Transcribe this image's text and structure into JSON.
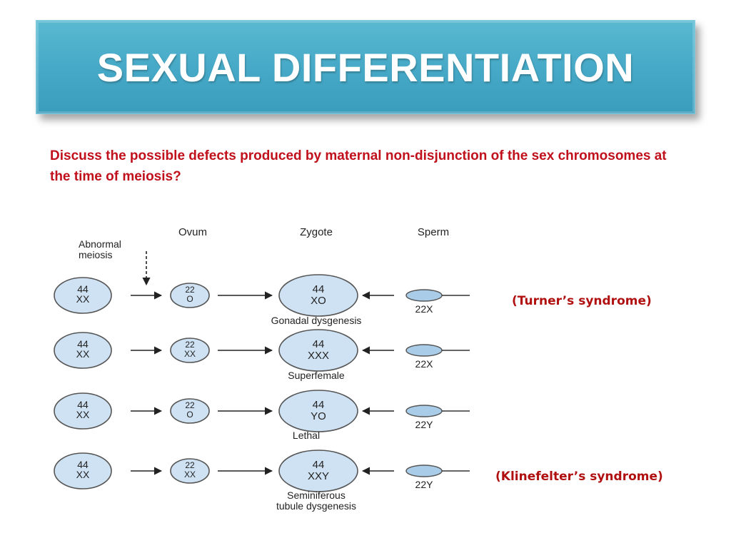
{
  "title": "SEXUAL DIFFERENTIATION",
  "question": "Discuss the possible defects produced by maternal non-disjunction of the sex chromosomes at the time of meiosis?",
  "diagram": {
    "headers": {
      "ovum": "Ovum",
      "zygote": "Zygote",
      "sperm": "Sperm"
    },
    "abnormal_meiosis": [
      "Abnormal",
      "meiosis"
    ],
    "rows": [
      {
        "parent": [
          "44",
          "XX"
        ],
        "ovum": [
          "22",
          "O"
        ],
        "zygote": [
          "44",
          "XO"
        ],
        "sperm": "22X",
        "outcome": [
          "Gonadal dysgenesis"
        ]
      },
      {
        "parent": [
          "44",
          "XX"
        ],
        "ovum": [
          "22",
          "XX"
        ],
        "zygote": [
          "44",
          "XXX"
        ],
        "sperm": "22X",
        "outcome": [
          "Superfemale"
        ]
      },
      {
        "parent": [
          "44",
          "XX"
        ],
        "ovum": [
          "22",
          "O"
        ],
        "zygote": [
          "44",
          "YO"
        ],
        "sperm": "22Y",
        "outcome": [
          "Lethal"
        ]
      },
      {
        "parent": [
          "44",
          "XX"
        ],
        "ovum": [
          "22",
          "XX"
        ],
        "zygote": [
          "44",
          "XXY"
        ],
        "sperm": "22Y",
        "outcome": [
          "Seminiferous",
          "tubule dysgenesis"
        ]
      }
    ]
  },
  "annotations": {
    "turner": "(Turner’s syndrome)",
    "klinefelter": "(Klinefelter’s syndrome)"
  },
  "colors": {
    "banner": "#45a8c6",
    "title_text": "#ffffff",
    "question_text": "#c0101c",
    "annotation_text": "#b01010",
    "cell_fill": "#cfe2f3",
    "sperm_fill": "#a9cde8"
  }
}
